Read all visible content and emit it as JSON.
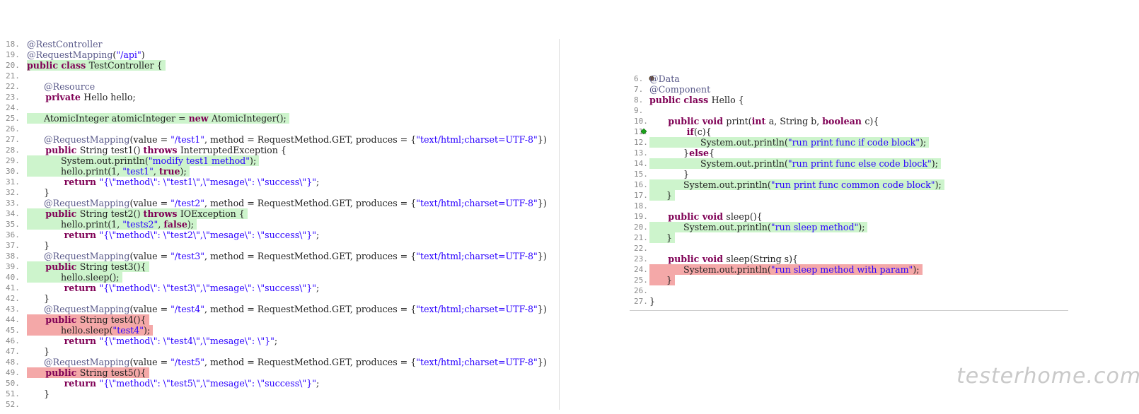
{
  "left_editor": {
    "lines": [
      {
        "no": "18.",
        "hl": "",
        "segs": [
          {
            "c": "a",
            "t": "@RestController"
          }
        ]
      },
      {
        "no": "19.",
        "hl": "",
        "segs": [
          {
            "c": "a",
            "t": "@RequestMapping"
          },
          {
            "c": "t",
            "t": "("
          },
          {
            "c": "s",
            "t": "\"/api\""
          },
          {
            "c": "t",
            "t": ")"
          }
        ]
      },
      {
        "no": "20.",
        "hl": "g",
        "segs": [
          {
            "c": "k",
            "t": "public class "
          },
          {
            "c": "t",
            "t": "TestController {"
          }
        ]
      },
      {
        "no": "21.",
        "hl": "",
        "segs": []
      },
      {
        "no": "22.",
        "hl": "",
        "segs": [
          {
            "c": "a",
            "t": "\t@Resource"
          }
        ]
      },
      {
        "no": "23.",
        "hl": "",
        "segs": [
          {
            "c": "k",
            "t": "\tprivate "
          },
          {
            "c": "t",
            "t": "Hello hello;"
          }
        ]
      },
      {
        "no": "24.",
        "hl": "",
        "segs": []
      },
      {
        "no": "25.",
        "hl": "g",
        "segs": [
          {
            "c": "t",
            "t": "\tAtomicInteger atomicInteger = "
          },
          {
            "c": "k",
            "t": "new "
          },
          {
            "c": "t",
            "t": "AtomicInteger();"
          }
        ]
      },
      {
        "no": "26.",
        "hl": "",
        "segs": []
      },
      {
        "no": "27.",
        "hl": "",
        "segs": [
          {
            "c": "a",
            "t": "\t@RequestMapping"
          },
          {
            "c": "t",
            "t": "(value = "
          },
          {
            "c": "s",
            "t": "\"/test1\""
          },
          {
            "c": "t",
            "t": ", method = RequestMethod.GET, produces = {"
          },
          {
            "c": "s",
            "t": "\"text/html;charset=UTF-8\""
          },
          {
            "c": "t",
            "t": "})"
          }
        ]
      },
      {
        "no": "28.",
        "hl": "",
        "segs": [
          {
            "c": "k",
            "t": "\tpublic "
          },
          {
            "c": "t",
            "t": "String test1() "
          },
          {
            "c": "k",
            "t": "throws "
          },
          {
            "c": "t",
            "t": "InterruptedException {"
          }
        ]
      },
      {
        "no": "29.",
        "hl": "g",
        "segs": [
          {
            "c": "t",
            "t": "\t\tSystem.out.println("
          },
          {
            "c": "s",
            "t": "\"modify test1 method\""
          },
          {
            "c": "t",
            "t": ");"
          }
        ]
      },
      {
        "no": "30.",
        "hl": "g",
        "segs": [
          {
            "c": "t",
            "t": "\t\thello.print(1, "
          },
          {
            "c": "s",
            "t": "\"test1\""
          },
          {
            "c": "t",
            "t": ", "
          },
          {
            "c": "k",
            "t": "true"
          },
          {
            "c": "t",
            "t": ");"
          }
        ]
      },
      {
        "no": "31.",
        "hl": "",
        "segs": [
          {
            "c": "k",
            "t": "\t\treturn "
          },
          {
            "c": "s",
            "t": "\"{\\\"method\\\": \\\"test1\\\",\\\"mesage\\\": \\\"success\\\"}\""
          },
          {
            "c": "t",
            "t": ";"
          }
        ]
      },
      {
        "no": "32.",
        "hl": "",
        "segs": [
          {
            "c": "t",
            "t": "\t}"
          }
        ]
      },
      {
        "no": "33.",
        "hl": "",
        "segs": [
          {
            "c": "a",
            "t": "\t@RequestMapping"
          },
          {
            "c": "t",
            "t": "(value = "
          },
          {
            "c": "s",
            "t": "\"/test2\""
          },
          {
            "c": "t",
            "t": ", method = RequestMethod.GET, produces = {"
          },
          {
            "c": "s",
            "t": "\"text/html;charset=UTF-8\""
          },
          {
            "c": "t",
            "t": "})"
          }
        ]
      },
      {
        "no": "34.",
        "hl": "g",
        "segs": [
          {
            "c": "k",
            "t": "\tpublic "
          },
          {
            "c": "t",
            "t": "String test2() "
          },
          {
            "c": "k",
            "t": "throws "
          },
          {
            "c": "t",
            "t": "IOException {"
          }
        ]
      },
      {
        "no": "35.",
        "hl": "g",
        "segs": [
          {
            "c": "t",
            "t": "\t\thello.print(1, "
          },
          {
            "c": "s",
            "t": "\"tests2\""
          },
          {
            "c": "t",
            "t": ", "
          },
          {
            "c": "k",
            "t": "false"
          },
          {
            "c": "t",
            "t": ");"
          }
        ]
      },
      {
        "no": "36.",
        "hl": "",
        "segs": [
          {
            "c": "k",
            "t": "\t\treturn "
          },
          {
            "c": "s",
            "t": "\"{\\\"method\\\": \\\"test2\\\",\\\"mesage\\\": \\\"success\\\"}\""
          },
          {
            "c": "t",
            "t": ";"
          }
        ]
      },
      {
        "no": "37.",
        "hl": "",
        "segs": [
          {
            "c": "t",
            "t": "\t}"
          }
        ]
      },
      {
        "no": "38.",
        "hl": "",
        "segs": [
          {
            "c": "a",
            "t": "\t@RequestMapping"
          },
          {
            "c": "t",
            "t": "(value = "
          },
          {
            "c": "s",
            "t": "\"/test3\""
          },
          {
            "c": "t",
            "t": ", method = RequestMethod.GET, produces = {"
          },
          {
            "c": "s",
            "t": "\"text/html;charset=UTF-8\""
          },
          {
            "c": "t",
            "t": "})"
          }
        ]
      },
      {
        "no": "39.",
        "hl": "g",
        "segs": [
          {
            "c": "k",
            "t": "\tpublic "
          },
          {
            "c": "t",
            "t": "String test3(){"
          }
        ]
      },
      {
        "no": "40.",
        "hl": "g",
        "segs": [
          {
            "c": "t",
            "t": "\t\thello.sleep();"
          }
        ]
      },
      {
        "no": "41.",
        "hl": "",
        "segs": [
          {
            "c": "k",
            "t": "\t\treturn "
          },
          {
            "c": "s",
            "t": "\"{\\\"method\\\": \\\"test3\\\",\\\"mesage\\\": \\\"success\\\"}\""
          },
          {
            "c": "t",
            "t": ";"
          }
        ]
      },
      {
        "no": "42.",
        "hl": "",
        "segs": [
          {
            "c": "t",
            "t": "\t}"
          }
        ]
      },
      {
        "no": "43.",
        "hl": "",
        "segs": [
          {
            "c": "a",
            "t": "\t@RequestMapping"
          },
          {
            "c": "t",
            "t": "(value = "
          },
          {
            "c": "s",
            "t": "\"/test4\""
          },
          {
            "c": "t",
            "t": ", method = RequestMethod.GET, produces = {"
          },
          {
            "c": "s",
            "t": "\"text/html;charset=UTF-8\""
          },
          {
            "c": "t",
            "t": "})"
          }
        ]
      },
      {
        "no": "44.",
        "hl": "r",
        "segs": [
          {
            "c": "k",
            "t": "\tpublic "
          },
          {
            "c": "t",
            "t": "String test4(){"
          }
        ]
      },
      {
        "no": "45.",
        "hl": "r",
        "segs": [
          {
            "c": "t",
            "t": "\t\thello.sleep("
          },
          {
            "c": "s",
            "t": "\"test4\""
          },
          {
            "c": "t",
            "t": ");"
          }
        ]
      },
      {
        "no": "46.",
        "hl": "",
        "segs": [
          {
            "c": "k",
            "t": "\t\treturn "
          },
          {
            "c": "s",
            "t": "\"{\\\"method\\\": \\\"test4\\\",\\\"mesage\\\": \\\"}\""
          },
          {
            "c": "t",
            "t": ";"
          }
        ]
      },
      {
        "no": "47.",
        "hl": "",
        "segs": [
          {
            "c": "t",
            "t": "\t}"
          }
        ]
      },
      {
        "no": "48.",
        "hl": "",
        "segs": [
          {
            "c": "a",
            "t": "\t@RequestMapping"
          },
          {
            "c": "t",
            "t": "(value = "
          },
          {
            "c": "s",
            "t": "\"/test5\""
          },
          {
            "c": "t",
            "t": ", method = RequestMethod.GET, produces = {"
          },
          {
            "c": "s",
            "t": "\"text/html;charset=UTF-8\""
          },
          {
            "c": "t",
            "t": "})"
          }
        ]
      },
      {
        "no": "49.",
        "hl": "r",
        "segs": [
          {
            "c": "k",
            "t": "\tpublic "
          },
          {
            "c": "t",
            "t": "String test5(){"
          }
        ]
      },
      {
        "no": "50.",
        "hl": "",
        "segs": [
          {
            "c": "k",
            "t": "\t\treturn "
          },
          {
            "c": "s",
            "t": "\"{\\\"method\\\": \\\"test5\\\",\\\"mesage\\\": \\\"success\\\"}\""
          },
          {
            "c": "t",
            "t": ";"
          }
        ]
      },
      {
        "no": "51.",
        "hl": "",
        "segs": [
          {
            "c": "t",
            "t": "\t}"
          }
        ]
      },
      {
        "no": "52.",
        "hl": "",
        "segs": []
      }
    ]
  },
  "right_editor": {
    "lines": [
      {
        "no": "6.",
        "hl": "",
        "marker": "breakpoint",
        "segs": [
          {
            "c": "a",
            "t": "@Data"
          }
        ]
      },
      {
        "no": "7.",
        "hl": "",
        "segs": [
          {
            "c": "a",
            "t": "@Component"
          }
        ]
      },
      {
        "no": "8.",
        "hl": "",
        "segs": [
          {
            "c": "k",
            "t": "public class "
          },
          {
            "c": "t",
            "t": "Hello {"
          }
        ]
      },
      {
        "no": "9.",
        "hl": "",
        "segs": []
      },
      {
        "no": "10.",
        "hl": "",
        "segs": [
          {
            "c": "k",
            "t": "\tpublic void "
          },
          {
            "c": "t",
            "t": "print("
          },
          {
            "c": "k",
            "t": "int "
          },
          {
            "c": "t",
            "t": "a, String b, "
          },
          {
            "c": "k",
            "t": "boolean "
          },
          {
            "c": "t",
            "t": "c){"
          }
        ]
      },
      {
        "no": "11.",
        "hl": "",
        "marker": "diamond",
        "segs": [
          {
            "c": "k",
            "t": "\t\tif"
          },
          {
            "c": "t",
            "t": "(c){"
          }
        ]
      },
      {
        "no": "12.",
        "hl": "g",
        "segs": [
          {
            "c": "t",
            "t": "\t\t\tSystem.out.println("
          },
          {
            "c": "s",
            "t": "\"run print func if code block\""
          },
          {
            "c": "t",
            "t": ");"
          }
        ]
      },
      {
        "no": "13.",
        "hl": "",
        "segs": [
          {
            "c": "t",
            "t": "\t\t}"
          },
          {
            "c": "k",
            "t": "else"
          },
          {
            "c": "t",
            "t": "{"
          }
        ]
      },
      {
        "no": "14.",
        "hl": "g",
        "segs": [
          {
            "c": "t",
            "t": "\t\t\tSystem.out.println("
          },
          {
            "c": "s",
            "t": "\"run print func else code block\""
          },
          {
            "c": "t",
            "t": ");"
          }
        ]
      },
      {
        "no": "15.",
        "hl": "",
        "segs": [
          {
            "c": "t",
            "t": "\t\t}"
          }
        ]
      },
      {
        "no": "16.",
        "hl": "g",
        "segs": [
          {
            "c": "t",
            "t": "\t\tSystem.out.println("
          },
          {
            "c": "s",
            "t": "\"run print func common code block\""
          },
          {
            "c": "t",
            "t": ");"
          }
        ]
      },
      {
        "no": "17.",
        "hl": "g",
        "segs": [
          {
            "c": "t",
            "t": "\t}"
          }
        ]
      },
      {
        "no": "18.",
        "hl": "",
        "segs": []
      },
      {
        "no": "19.",
        "hl": "",
        "segs": [
          {
            "c": "k",
            "t": "\tpublic void "
          },
          {
            "c": "t",
            "t": "sleep(){"
          }
        ]
      },
      {
        "no": "20.",
        "hl": "g",
        "segs": [
          {
            "c": "t",
            "t": "\t\tSystem.out.println("
          },
          {
            "c": "s",
            "t": "\"run sleep method\""
          },
          {
            "c": "t",
            "t": ");"
          }
        ]
      },
      {
        "no": "21.",
        "hl": "g",
        "segs": [
          {
            "c": "t",
            "t": "\t}"
          }
        ]
      },
      {
        "no": "22.",
        "hl": "",
        "segs": []
      },
      {
        "no": "23.",
        "hl": "",
        "segs": [
          {
            "c": "k",
            "t": "\tpublic void "
          },
          {
            "c": "t",
            "t": "sleep(String s){"
          }
        ]
      },
      {
        "no": "24.",
        "hl": "r",
        "segs": [
          {
            "c": "t",
            "t": "\t\tSystem.out.println("
          },
          {
            "c": "s",
            "t": "\"run sleep method with param\""
          },
          {
            "c": "t",
            "t": ");"
          }
        ]
      },
      {
        "no": "25.",
        "hl": "r",
        "segs": [
          {
            "c": "t",
            "t": "\t}"
          }
        ]
      },
      {
        "no": "26.",
        "hl": "",
        "segs": []
      },
      {
        "no": "27.",
        "hl": "",
        "segs": [
          {
            "c": "t",
            "t": "}"
          }
        ]
      }
    ]
  },
  "watermark": "testerhome.com",
  "colors": {
    "covered": "#cdf4cc",
    "uncovered": "#f4a8a8",
    "keyword": "#7f0055",
    "string": "#2a00ff"
  }
}
